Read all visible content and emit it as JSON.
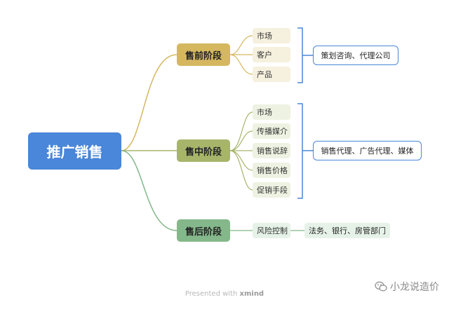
{
  "root": {
    "label": "推广销售"
  },
  "stages": [
    {
      "label": "售前阶段",
      "items": [
        "市场",
        "客户",
        "产品"
      ],
      "summary": "策划咨询、代理公司"
    },
    {
      "label": "售中阶段",
      "items": [
        "市场",
        "传播媒介",
        "销售说辞",
        "销售价格",
        "促销手段"
      ],
      "summary": "销售代理、广告代理、媒体"
    },
    {
      "label": "售后阶段",
      "items": [
        "风险控制"
      ],
      "summary": "法务、银行、房管部门"
    }
  ],
  "footer": {
    "prefix": "Presented with",
    "brand": "xmind"
  },
  "watermark": {
    "text": "小龙说造价"
  },
  "colors": {
    "root": "#4a86d9",
    "stage1": "#d5b75f",
    "stage2": "#a6b56a",
    "stage3": "#84b88a",
    "bracket": "#4a86d9"
  }
}
